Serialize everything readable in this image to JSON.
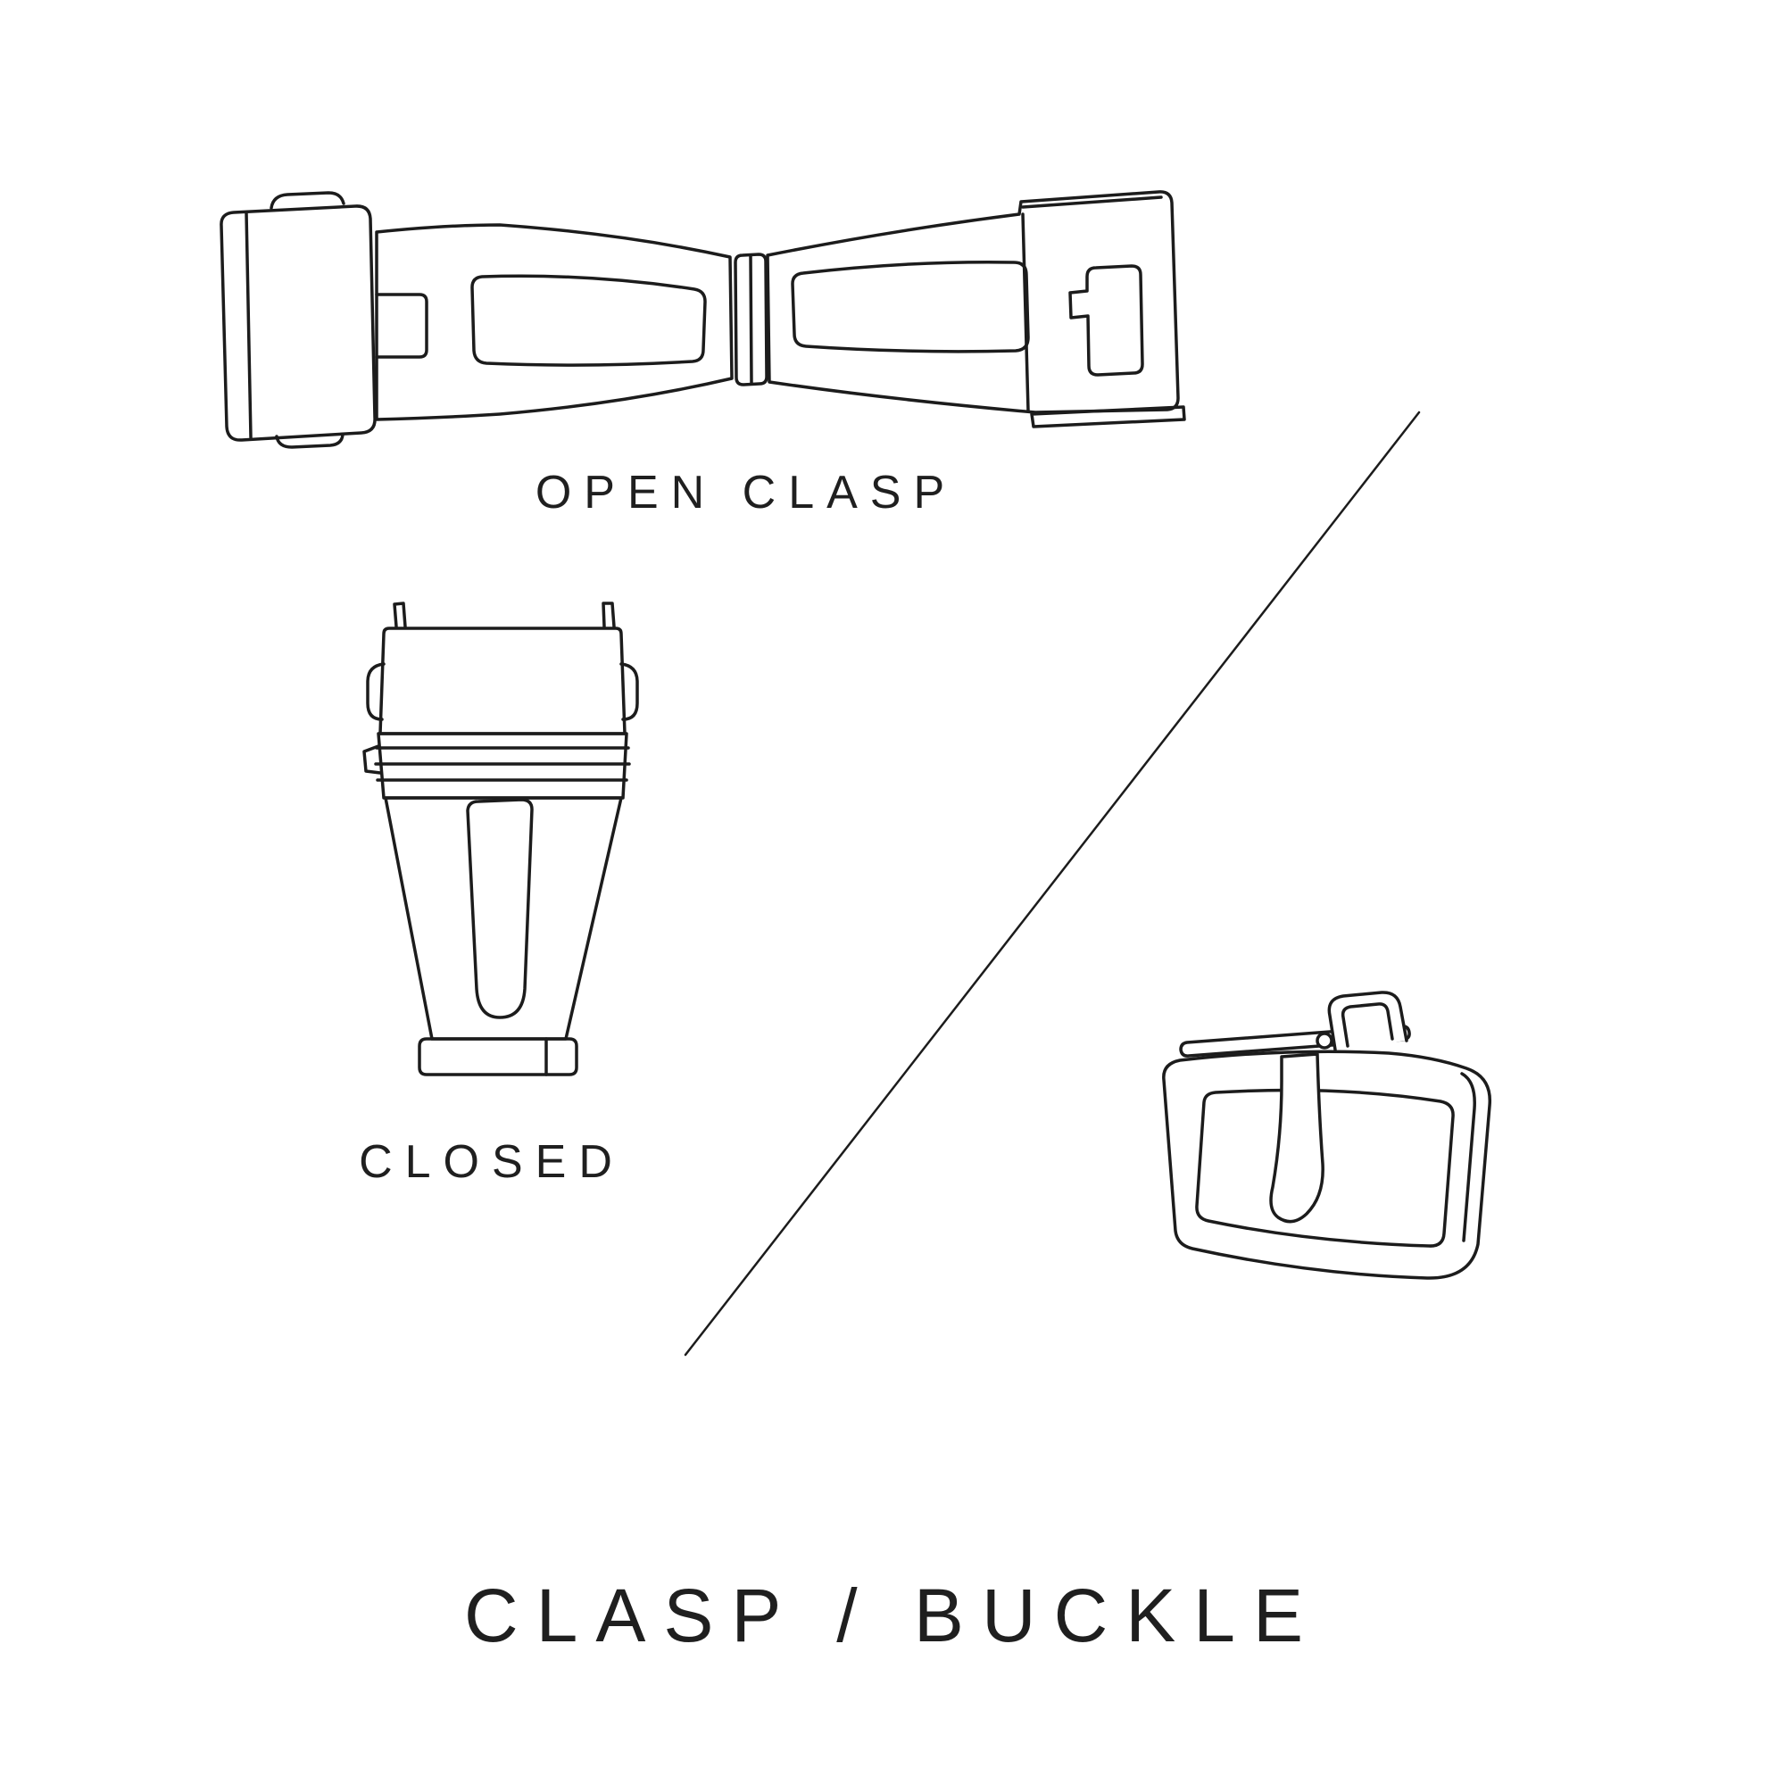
{
  "page": {
    "background_color": "#ffffff",
    "line_color": "#1c1c1c",
    "text_color": "#1f1f1f"
  },
  "labels": {
    "open_clasp": "OPEN CLASP",
    "closed": "CLOSED"
  },
  "title": "CLASP / BUCKLE",
  "illustrations": {
    "open_clasp": "open-clasp-line-drawing",
    "closed_clasp": "closed-clasp-line-drawing",
    "buckle": "tang-buckle-line-drawing",
    "divider": "diagonal-divider-line"
  }
}
